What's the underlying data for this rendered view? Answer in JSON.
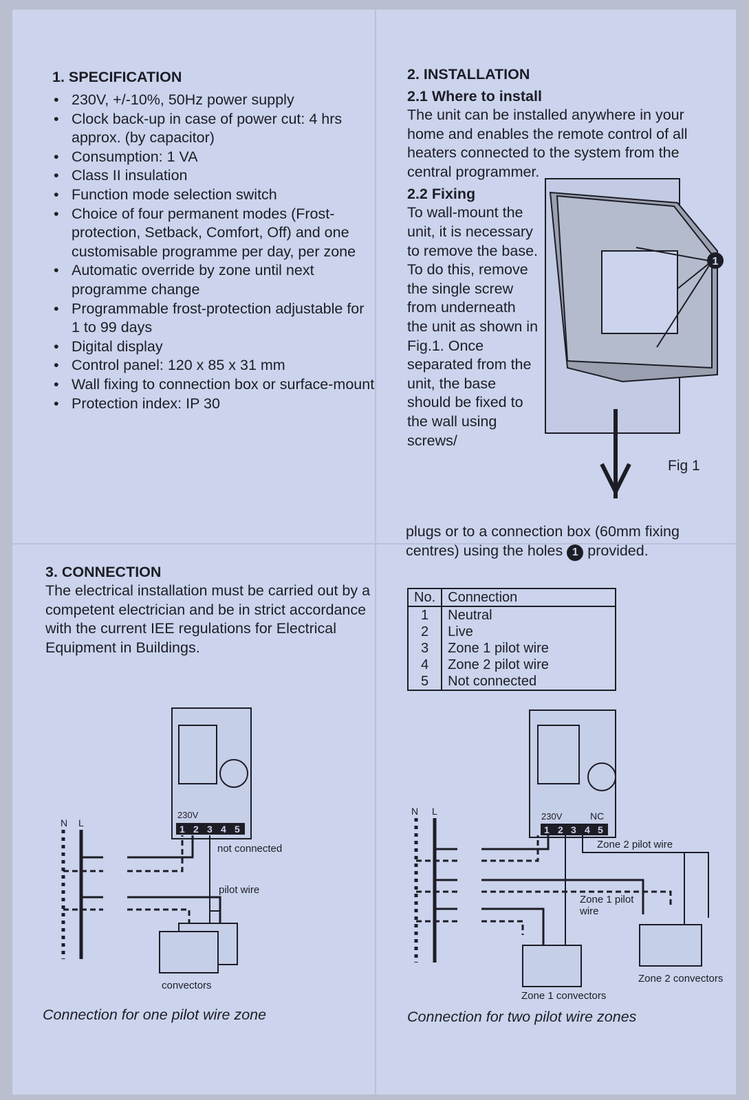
{
  "spec": {
    "title": "1. SPECIFICATION",
    "items": [
      "230V, +/-10%, 50Hz power supply",
      "Clock back-up in case of power cut: 4 hrs approx. (by capacitor)",
      "Consumption: 1 VA",
      "Class II insulation",
      "Function mode selection switch",
      "Choice of four permanent modes (Frost-protection, Setback, Comfort, Off) and one customisable programme per day, per zone",
      "Automatic override by zone until next programme change",
      "Programmable frost-protection adjustable for 1 to 99 days",
      "Digital display",
      "Control panel: 120 x 85 x 31 mm",
      "Wall fixing to connection box or surface-mount",
      "Protection index: IP 30"
    ]
  },
  "install": {
    "title": "2. INSTALLATION",
    "where_title": "2.1  Where to install",
    "where_text": "The unit can be installed anywhere in your home and enables the remote control of all heaters connected to the system from the central programmer.",
    "fixing_title": "2.2  Fixing",
    "fixing_text": "To wall-mount the unit, it is necessary to remove the base. To do this, remove the single screw from underneath the unit as shown in Fig.1. Once separated from the unit, the base should be fixed to the wall using screws/",
    "fixing_tail_a": "plugs or to a connection box (60mm fixing centres) using the holes",
    "fixing_tail_b": "provided.",
    "callout": "1",
    "fig_label": "Fig 1"
  },
  "connection": {
    "title": "3. CONNECTION",
    "text": "The electrical installation must be carried out by a competent electrician and be in strict accordance with the current IEE regulations for Electrical Equipment in Buildings.",
    "table": {
      "headers": [
        "No.",
        "Connection"
      ],
      "rows": [
        [
          "1",
          "Neutral"
        ],
        [
          "2",
          "Live"
        ],
        [
          "3",
          "Zone 1 pilot wire"
        ],
        [
          "4",
          "Zone 2 pilot wire"
        ],
        [
          "5",
          "Not connected"
        ]
      ]
    }
  },
  "diagram1": {
    "n": "N",
    "l": "L",
    "voltage": "230V",
    "terminals": [
      "1",
      "2",
      "3",
      "4",
      "5"
    ],
    "not_connected": "not connected",
    "pilot_wire": "pilot wire",
    "convectors": "convectors",
    "caption": "Connection for one pilot wire zone"
  },
  "diagram2": {
    "n": "N",
    "l": "L",
    "voltage": "230V",
    "nc": "NC",
    "terminals": [
      "1",
      "2",
      "3",
      "4",
      "5"
    ],
    "zone2_pilot": "Zone 2 pilot wire",
    "zone1_pilot_a": "Zone 1 pilot",
    "zone1_pilot_b": "wire",
    "zone1_convectors": "Zone 1 convectors",
    "zone2_convectors": "Zone 2 convectors",
    "caption": "Connection for two pilot wire zones"
  }
}
